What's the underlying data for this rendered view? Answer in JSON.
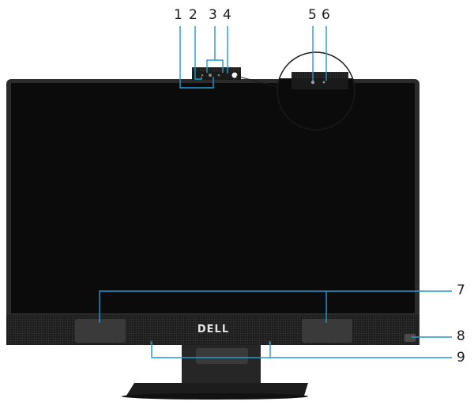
{
  "brand": {
    "logo_text": "DELL"
  },
  "callouts": [
    {
      "number": "1",
      "part": "camera-module"
    },
    {
      "number": "2",
      "part": "infrared-emitter"
    },
    {
      "number": "3",
      "part": "infrared-camera-and-emitter"
    },
    {
      "number": "4",
      "part": "camera-status-light"
    },
    {
      "number": "5",
      "part": "camera-lens"
    },
    {
      "number": "6",
      "part": "camera-status-light-detail"
    },
    {
      "number": "7",
      "part": "speakers"
    },
    {
      "number": "8",
      "part": "power-button"
    },
    {
      "number": "9",
      "part": "microphones"
    }
  ],
  "colors": {
    "screen": "#0b0b0b",
    "bezel": "#2c2c2c",
    "stand": "#242424",
    "callout_line": "#1f9bd1",
    "text": "#1a1a1a"
  }
}
